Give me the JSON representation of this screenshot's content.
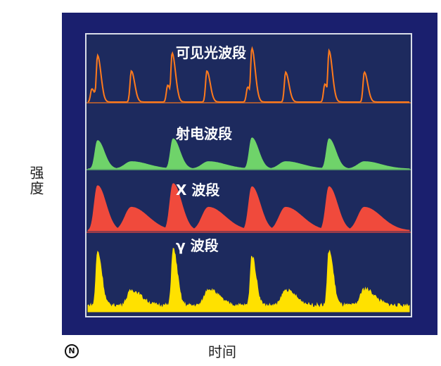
{
  "chart_data": {
    "type": "line",
    "title": "",
    "xlabel": "时间",
    "ylabel": "强度",
    "grid": false,
    "legend": "none",
    "background_color": "#1a1f6e",
    "panel_color": "#1d2a5e",
    "frame_color": "#d8dce8",
    "xlim": [
      0,
      1
    ],
    "series": [
      {
        "name": "可见光波段",
        "color": "#ff7a1c",
        "fill": false,
        "peaks": [
          {
            "x": 0.03,
            "h": 0.78,
            "w": 0.004
          },
          {
            "x": 0.012,
            "h": 0.22,
            "w": 0.004
          },
          {
            "x": 0.022,
            "h": 0.18,
            "w": 0.004
          },
          {
            "x": 0.135,
            "h": 0.52,
            "w": 0.004
          },
          {
            "x": 0.262,
            "h": 0.82,
            "w": 0.004
          },
          {
            "x": 0.248,
            "h": 0.28,
            "w": 0.004
          },
          {
            "x": 0.37,
            "h": 0.52,
            "w": 0.004
          },
          {
            "x": 0.51,
            "h": 0.9,
            "w": 0.004
          },
          {
            "x": 0.497,
            "h": 0.25,
            "w": 0.004
          },
          {
            "x": 0.615,
            "h": 0.5,
            "w": 0.004
          },
          {
            "x": 0.75,
            "h": 0.86,
            "w": 0.004
          },
          {
            "x": 0.737,
            "h": 0.3,
            "w": 0.004
          },
          {
            "x": 0.86,
            "h": 0.5,
            "w": 0.004
          }
        ]
      },
      {
        "name": "射电波段",
        "color": "#6fd36a",
        "fill": true,
        "peaks": [
          {
            "x": 0.03,
            "h": 0.62,
            "w": 0.008
          },
          {
            "x": 0.135,
            "h": 0.16,
            "w": 0.02
          },
          {
            "x": 0.265,
            "h": 0.66,
            "w": 0.008
          },
          {
            "x": 0.375,
            "h": 0.16,
            "w": 0.02
          },
          {
            "x": 0.51,
            "h": 0.68,
            "w": 0.008
          },
          {
            "x": 0.615,
            "h": 0.16,
            "w": 0.02
          },
          {
            "x": 0.75,
            "h": 0.66,
            "w": 0.008
          },
          {
            "x": 0.86,
            "h": 0.16,
            "w": 0.02
          }
        ]
      },
      {
        "name": "X 波段",
        "color": "#f04a3c",
        "fill": true,
        "peaks": [
          {
            "x": 0.03,
            "h": 0.88,
            "w": 0.01
          },
          {
            "x": 0.135,
            "h": 0.46,
            "w": 0.02
          },
          {
            "x": 0.265,
            "h": 0.92,
            "w": 0.01
          },
          {
            "x": 0.375,
            "h": 0.46,
            "w": 0.02
          },
          {
            "x": 0.51,
            "h": 0.86,
            "w": 0.01
          },
          {
            "x": 0.615,
            "h": 0.46,
            "w": 0.02
          },
          {
            "x": 0.75,
            "h": 0.86,
            "w": 0.01
          },
          {
            "x": 0.86,
            "h": 0.46,
            "w": 0.02
          }
        ]
      },
      {
        "name": "γ 波段",
        "color": "#ffe100",
        "fill": true,
        "peaks": [
          {
            "x": 0.03,
            "h": 0.78,
            "w": 0.005
          },
          {
            "x": 0.135,
            "h": 0.22,
            "w": 0.012
          },
          {
            "x": 0.265,
            "h": 0.82,
            "w": 0.005
          },
          {
            "x": 0.375,
            "h": 0.24,
            "w": 0.012
          },
          {
            "x": 0.51,
            "h": 0.72,
            "w": 0.005
          },
          {
            "x": 0.615,
            "h": 0.22,
            "w": 0.012
          },
          {
            "x": 0.75,
            "h": 0.8,
            "w": 0.005
          },
          {
            "x": 0.86,
            "h": 0.24,
            "w": 0.012
          }
        ],
        "noise": 0.06,
        "baseline": 0.06
      }
    ]
  },
  "logo_glyph": "N"
}
